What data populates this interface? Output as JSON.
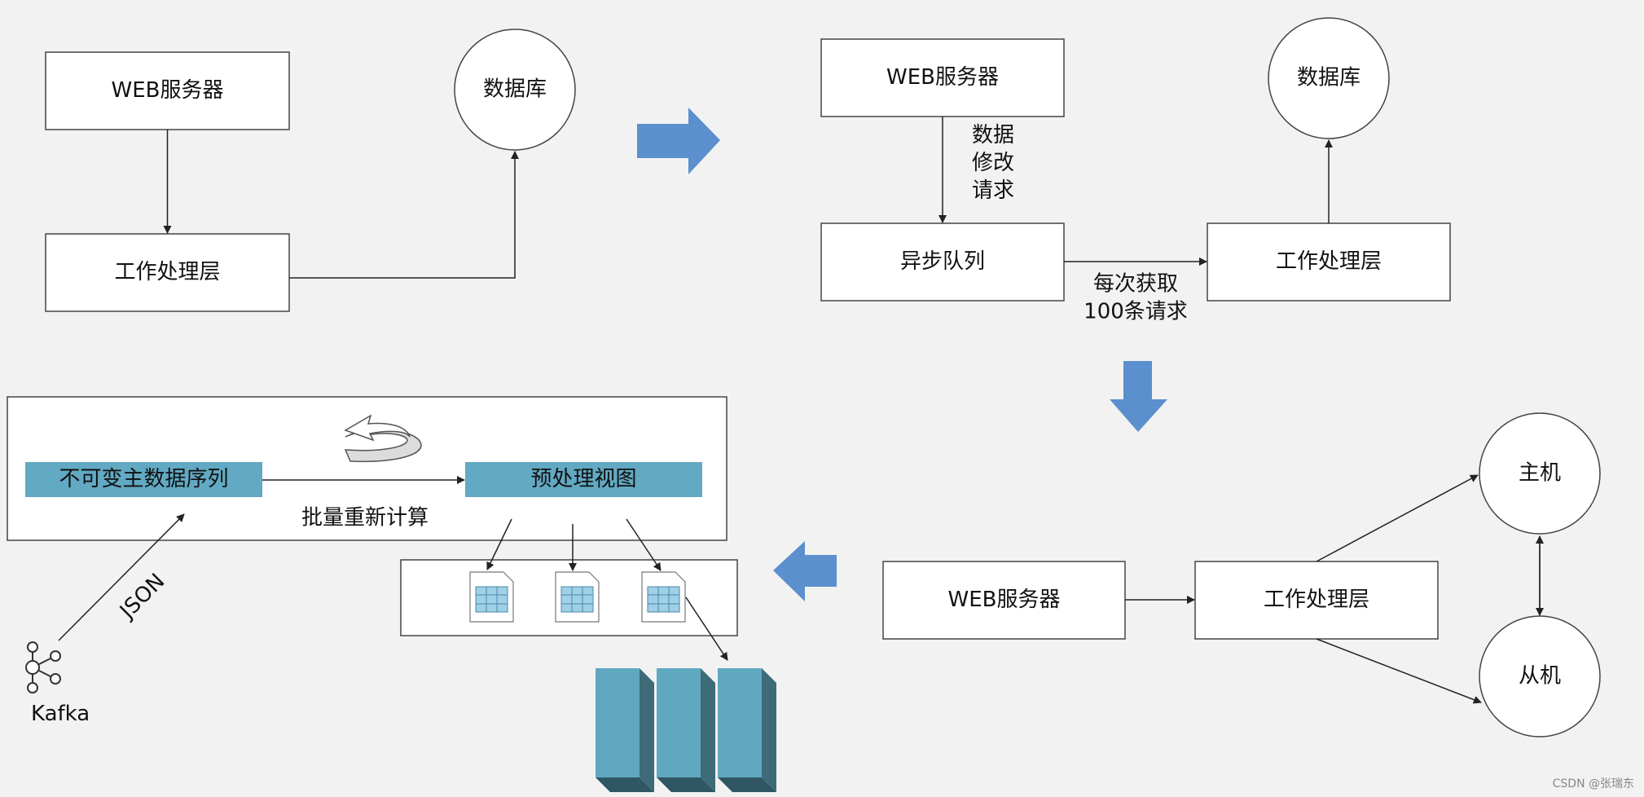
{
  "panel1": {
    "web_server": "WEB服务器",
    "database": "数据库",
    "worker": "工作处理层"
  },
  "panel2": {
    "web_server": "WEB服务器",
    "database": "数据库",
    "queue": "异步队列",
    "worker": "工作处理层",
    "request_label": [
      "数据",
      "修改",
      "请求"
    ],
    "fetch_label": [
      "每次获取",
      "100条请求"
    ]
  },
  "panel3": {
    "web_server": "WEB服务器",
    "worker": "工作处理层",
    "master": "主机",
    "slave": "从机"
  },
  "panel4": {
    "immutable_seq": "不可变主数据序列",
    "preprocessed_view": "预处理视图",
    "batch_recompute": "批量重新计算",
    "json_label": "JSON",
    "kafka_label": "Kafka"
  },
  "watermark": "CSDN @张瑞东",
  "colors": {
    "background": "#f2f2f2",
    "arrow_blue": "#5b8fcd",
    "bar_teal": "#62a9c3",
    "server_teal": "#5fa8c0",
    "server_dark": "#3d6b78"
  }
}
